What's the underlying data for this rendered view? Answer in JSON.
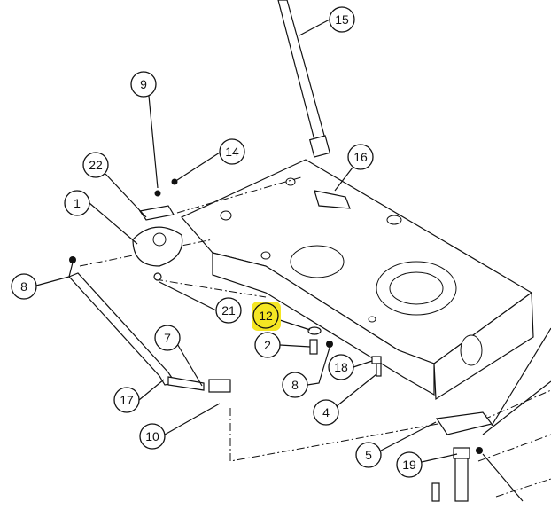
{
  "diagram": {
    "highlight_color": "#f5e623",
    "callouts": [
      {
        "id": "15",
        "label": "15"
      },
      {
        "id": "9",
        "label": "9"
      },
      {
        "id": "14",
        "label": "14"
      },
      {
        "id": "16",
        "label": "16"
      },
      {
        "id": "22",
        "label": "22"
      },
      {
        "id": "1",
        "label": "1"
      },
      {
        "id": "8a",
        "label": "8"
      },
      {
        "id": "21",
        "label": "21"
      },
      {
        "id": "12",
        "label": "12",
        "highlighted": true
      },
      {
        "id": "7",
        "label": "7"
      },
      {
        "id": "2",
        "label": "2"
      },
      {
        "id": "18",
        "label": "18"
      },
      {
        "id": "8b",
        "label": "8"
      },
      {
        "id": "17",
        "label": "17"
      },
      {
        "id": "4",
        "label": "4"
      },
      {
        "id": "10",
        "label": "10"
      },
      {
        "id": "5",
        "label": "5"
      },
      {
        "id": "19",
        "label": "19"
      }
    ]
  }
}
